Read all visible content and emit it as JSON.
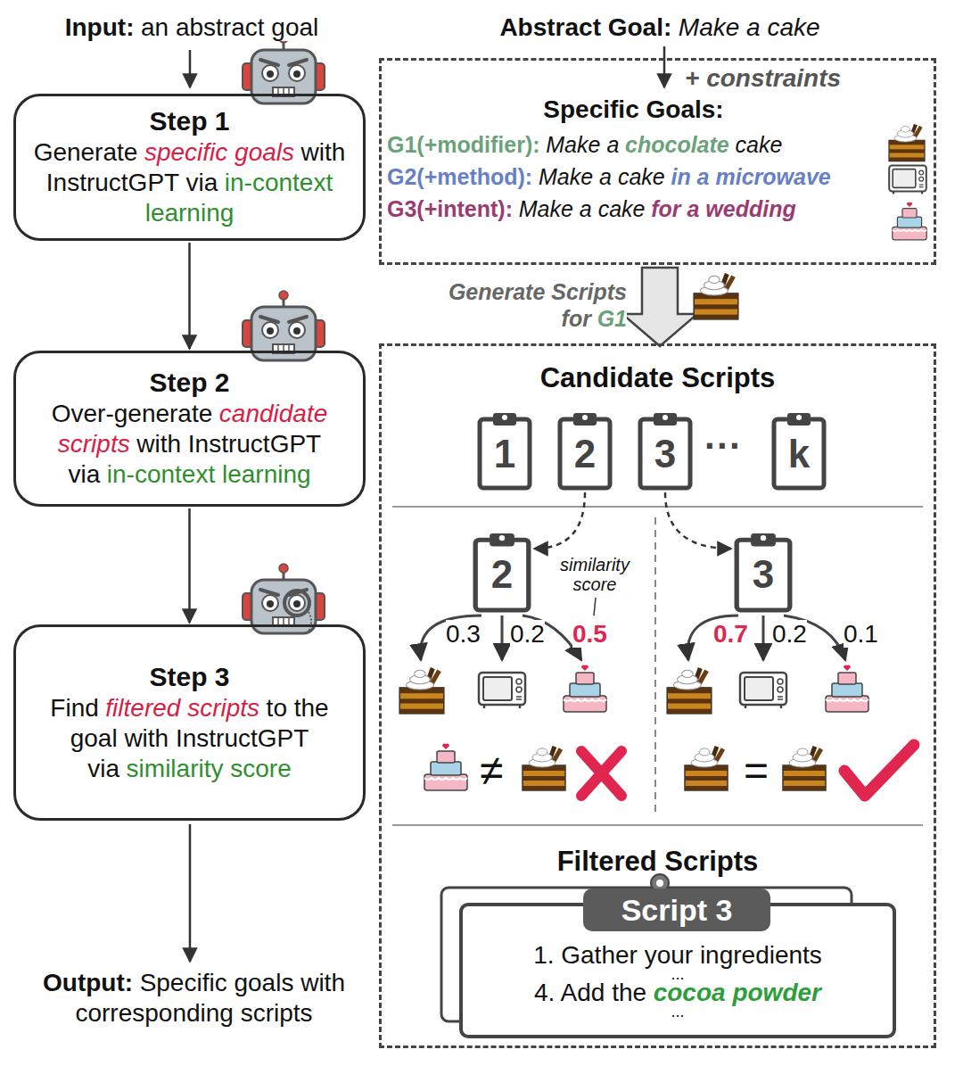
{
  "diagram": {
    "nodes": [
      {
        "text": [
          "Step 1",
          "Generate",
          "specific goals",
          "with InstructGPT via",
          "in-context learning"
        ]
      },
      {
        "text": [
          "Step 2",
          "Over-generate",
          "candidate scripts",
          "with InstructGPT via",
          "in-context learning"
        ]
      },
      {
        "text": [
          "Step 3",
          "Find",
          "filtered scripts",
          "to the goal with InstructGPT via",
          "similarity score"
        ]
      },
      {
        "text": [
          "+ constraints",
          "Specific Goals:",
          "G1(+modifier):",
          "Make a",
          "chocolate",
          "cake",
          "G2(+method):",
          "Make a cake",
          "in a microwave",
          "G3(+intent):",
          "Make a cake",
          "for a wedding"
        ]
      },
      {
        "text": [
          "Candidate Scripts",
          "Filtered Scripts"
        ]
      },
      {
        "text": [
          "1"
        ],
        "in": 4
      },
      {
        "text": [
          "2"
        ],
        "in": 4
      },
      {
        "text": [
          "3"
        ],
        "in": 4
      },
      {
        "text": [
          "k"
        ],
        "in": 4
      },
      {
        "text": [
          "2"
        ],
        "in": 4
      },
      {
        "text": [
          "3"
        ],
        "in": 4
      },
      {
        "text": [
          "Script 3",
          "1. Gather your ingredients",
          "...",
          "4. Add the",
          "cocoa powder",
          "..."
        ],
        "in": 4
      }
    ],
    "edges": [
      {
        "from": 0,
        "to": 1,
        "arrow": "to"
      },
      {
        "from": 1,
        "to": 2,
        "arrow": "to"
      },
      {
        "from": 6,
        "to": 9,
        "arrow": "to"
      },
      {
        "from": 7,
        "to": 10,
        "arrow": "to"
      }
    ],
    "labels": [
      "Input:",
      "an abstract goal",
      "Output:",
      "Specific goals with corresponding scripts",
      "Abstract Goal:",
      "Make a cake",
      "Generate Scripts for",
      "G1",
      "···",
      "similarity score",
      "0.3",
      "0.2",
      "0.5",
      "0.7",
      "0.2",
      "0.1",
      "≠",
      "="
    ]
  }
}
